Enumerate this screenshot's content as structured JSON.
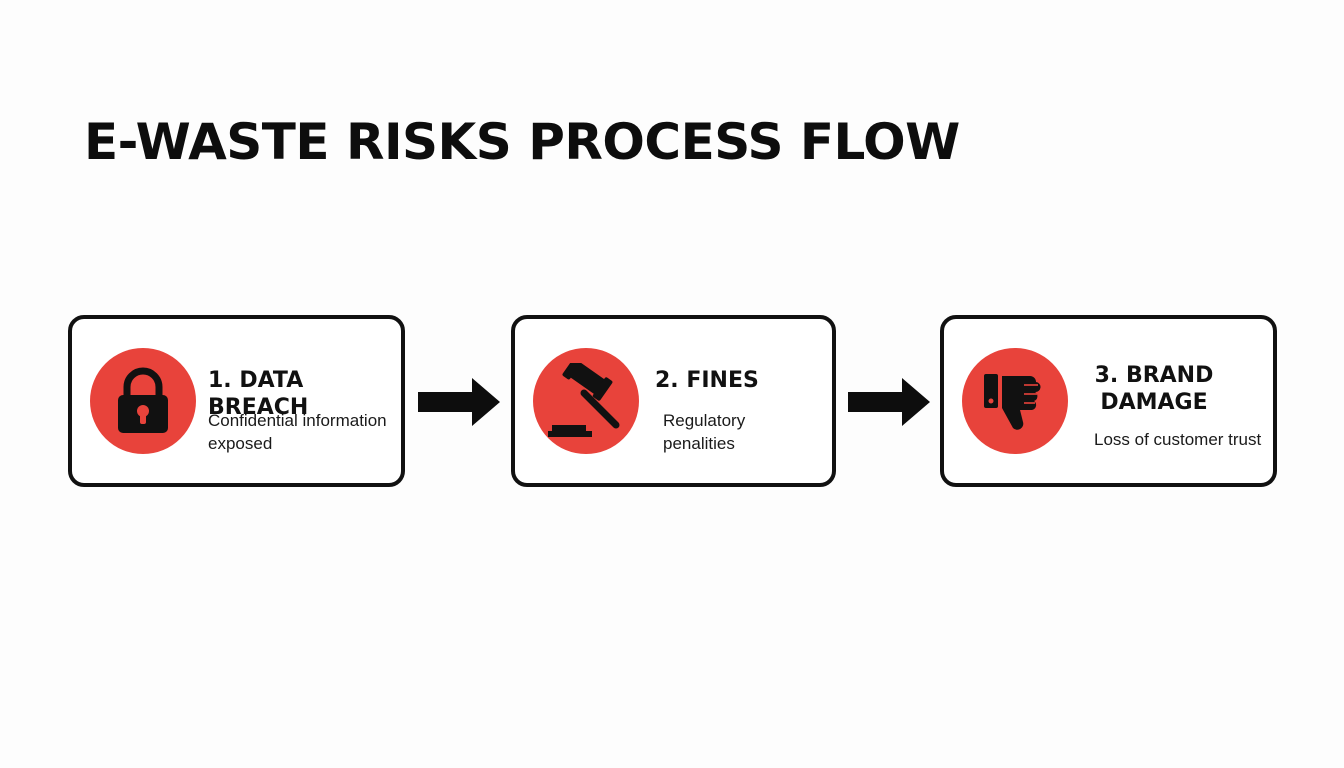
{
  "title": "E-WASTE RISKS PROCESS FLOW",
  "accent_color": "#e8433b",
  "steps": [
    {
      "title": "1. DATA BREACH",
      "description": "Confidential information exposed",
      "icon": "padlock-icon"
    },
    {
      "title": "2. FINES",
      "description": "Regulatory penalities",
      "icon": "gavel-icon"
    },
    {
      "title": "3. BRAND DAMAGE",
      "description": "Loss of customer trust",
      "icon": "thumbs-down-icon"
    }
  ],
  "connectors": [
    "right-arrow-icon",
    "right-arrow-icon"
  ]
}
